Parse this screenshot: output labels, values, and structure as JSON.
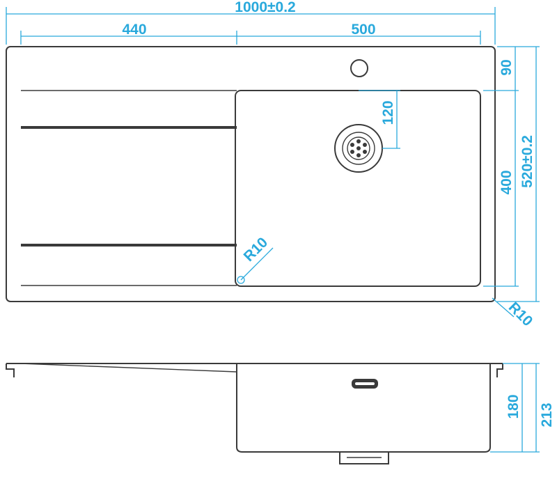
{
  "drawing": {
    "dimensions": {
      "overall_width": "1000±0.2",
      "drainboard_width": "440",
      "bowl_width": "500",
      "tap_offset": "90",
      "overall_depth": "520±0.2",
      "bowl_depth": "400",
      "drain_offset": "120",
      "bowl_radius": "R10",
      "corner_radius": "R10",
      "bowl_height": "180",
      "overall_height": "213"
    },
    "colors": {
      "dimension": "#29a9dc",
      "outline": "#3a3a3a"
    }
  }
}
